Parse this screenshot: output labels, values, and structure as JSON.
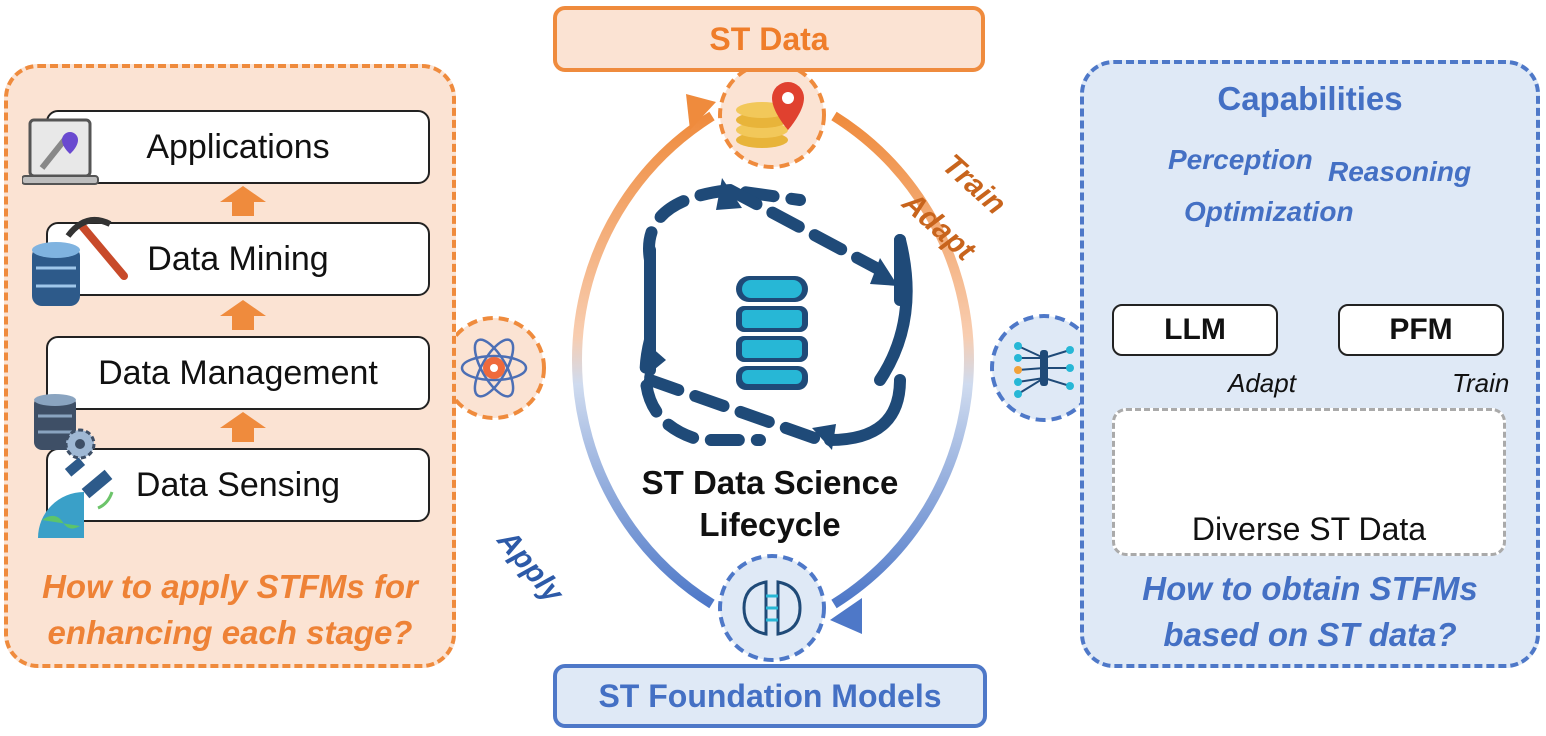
{
  "top_label": "ST Data",
  "bottom_label": "ST Foundation Models",
  "center": {
    "line1": "ST Data Science",
    "line2": "Lifecycle"
  },
  "cycle_labels": {
    "train": "Train",
    "adapt": "Adapt",
    "apply": "Apply"
  },
  "left_panel": {
    "stages": [
      "Applications",
      "Data Mining",
      "Data Management",
      "Data Sensing"
    ],
    "question_line1": "How to apply STFMs for",
    "question_line2": "enhancing each stage?"
  },
  "right_panel": {
    "title": "Capabilities",
    "capabilities": [
      "Perception",
      "Reasoning",
      "Optimization"
    ],
    "models": [
      "LLM",
      "PFM"
    ],
    "arrow_labels": [
      "Adapt",
      "Train"
    ],
    "data_label": "Diverse ST Data",
    "question_line1": "How to obtain STFMs",
    "question_line2": "based on ST data?"
  },
  "colors": {
    "orange": "#ef8b3d",
    "blue": "#4e78c8",
    "navy": "#1f4a78",
    "cyan": "#27b7d6"
  },
  "icons": [
    "map-pin-coins-icon",
    "atom-icon",
    "neural-network-icon",
    "ai-brain-chip-icon",
    "database-icon",
    "laptop-map-icon",
    "database-pickaxe-icon",
    "database-gear-icon",
    "satellite-earth-icon",
    "map-icon",
    "route-pin-icon",
    "grid-stack-icon",
    "graph-stack-icon",
    "calendar-timeline-icon"
  ]
}
